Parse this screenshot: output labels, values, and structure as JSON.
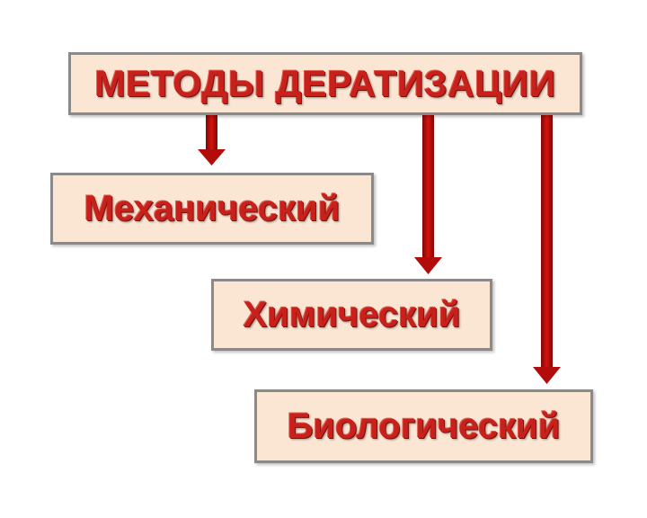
{
  "diagram": {
    "title": "МЕТОДЫ ДЕРАТИЗАЦИИ",
    "methods": [
      {
        "label": "Механический"
      },
      {
        "label": "Химический"
      },
      {
        "label": "Биологический"
      }
    ]
  },
  "colors": {
    "box_fill": "#fbe6d4",
    "box_border": "#8a8a8a",
    "text": "#c8201a",
    "arrow": "#c0100c"
  }
}
